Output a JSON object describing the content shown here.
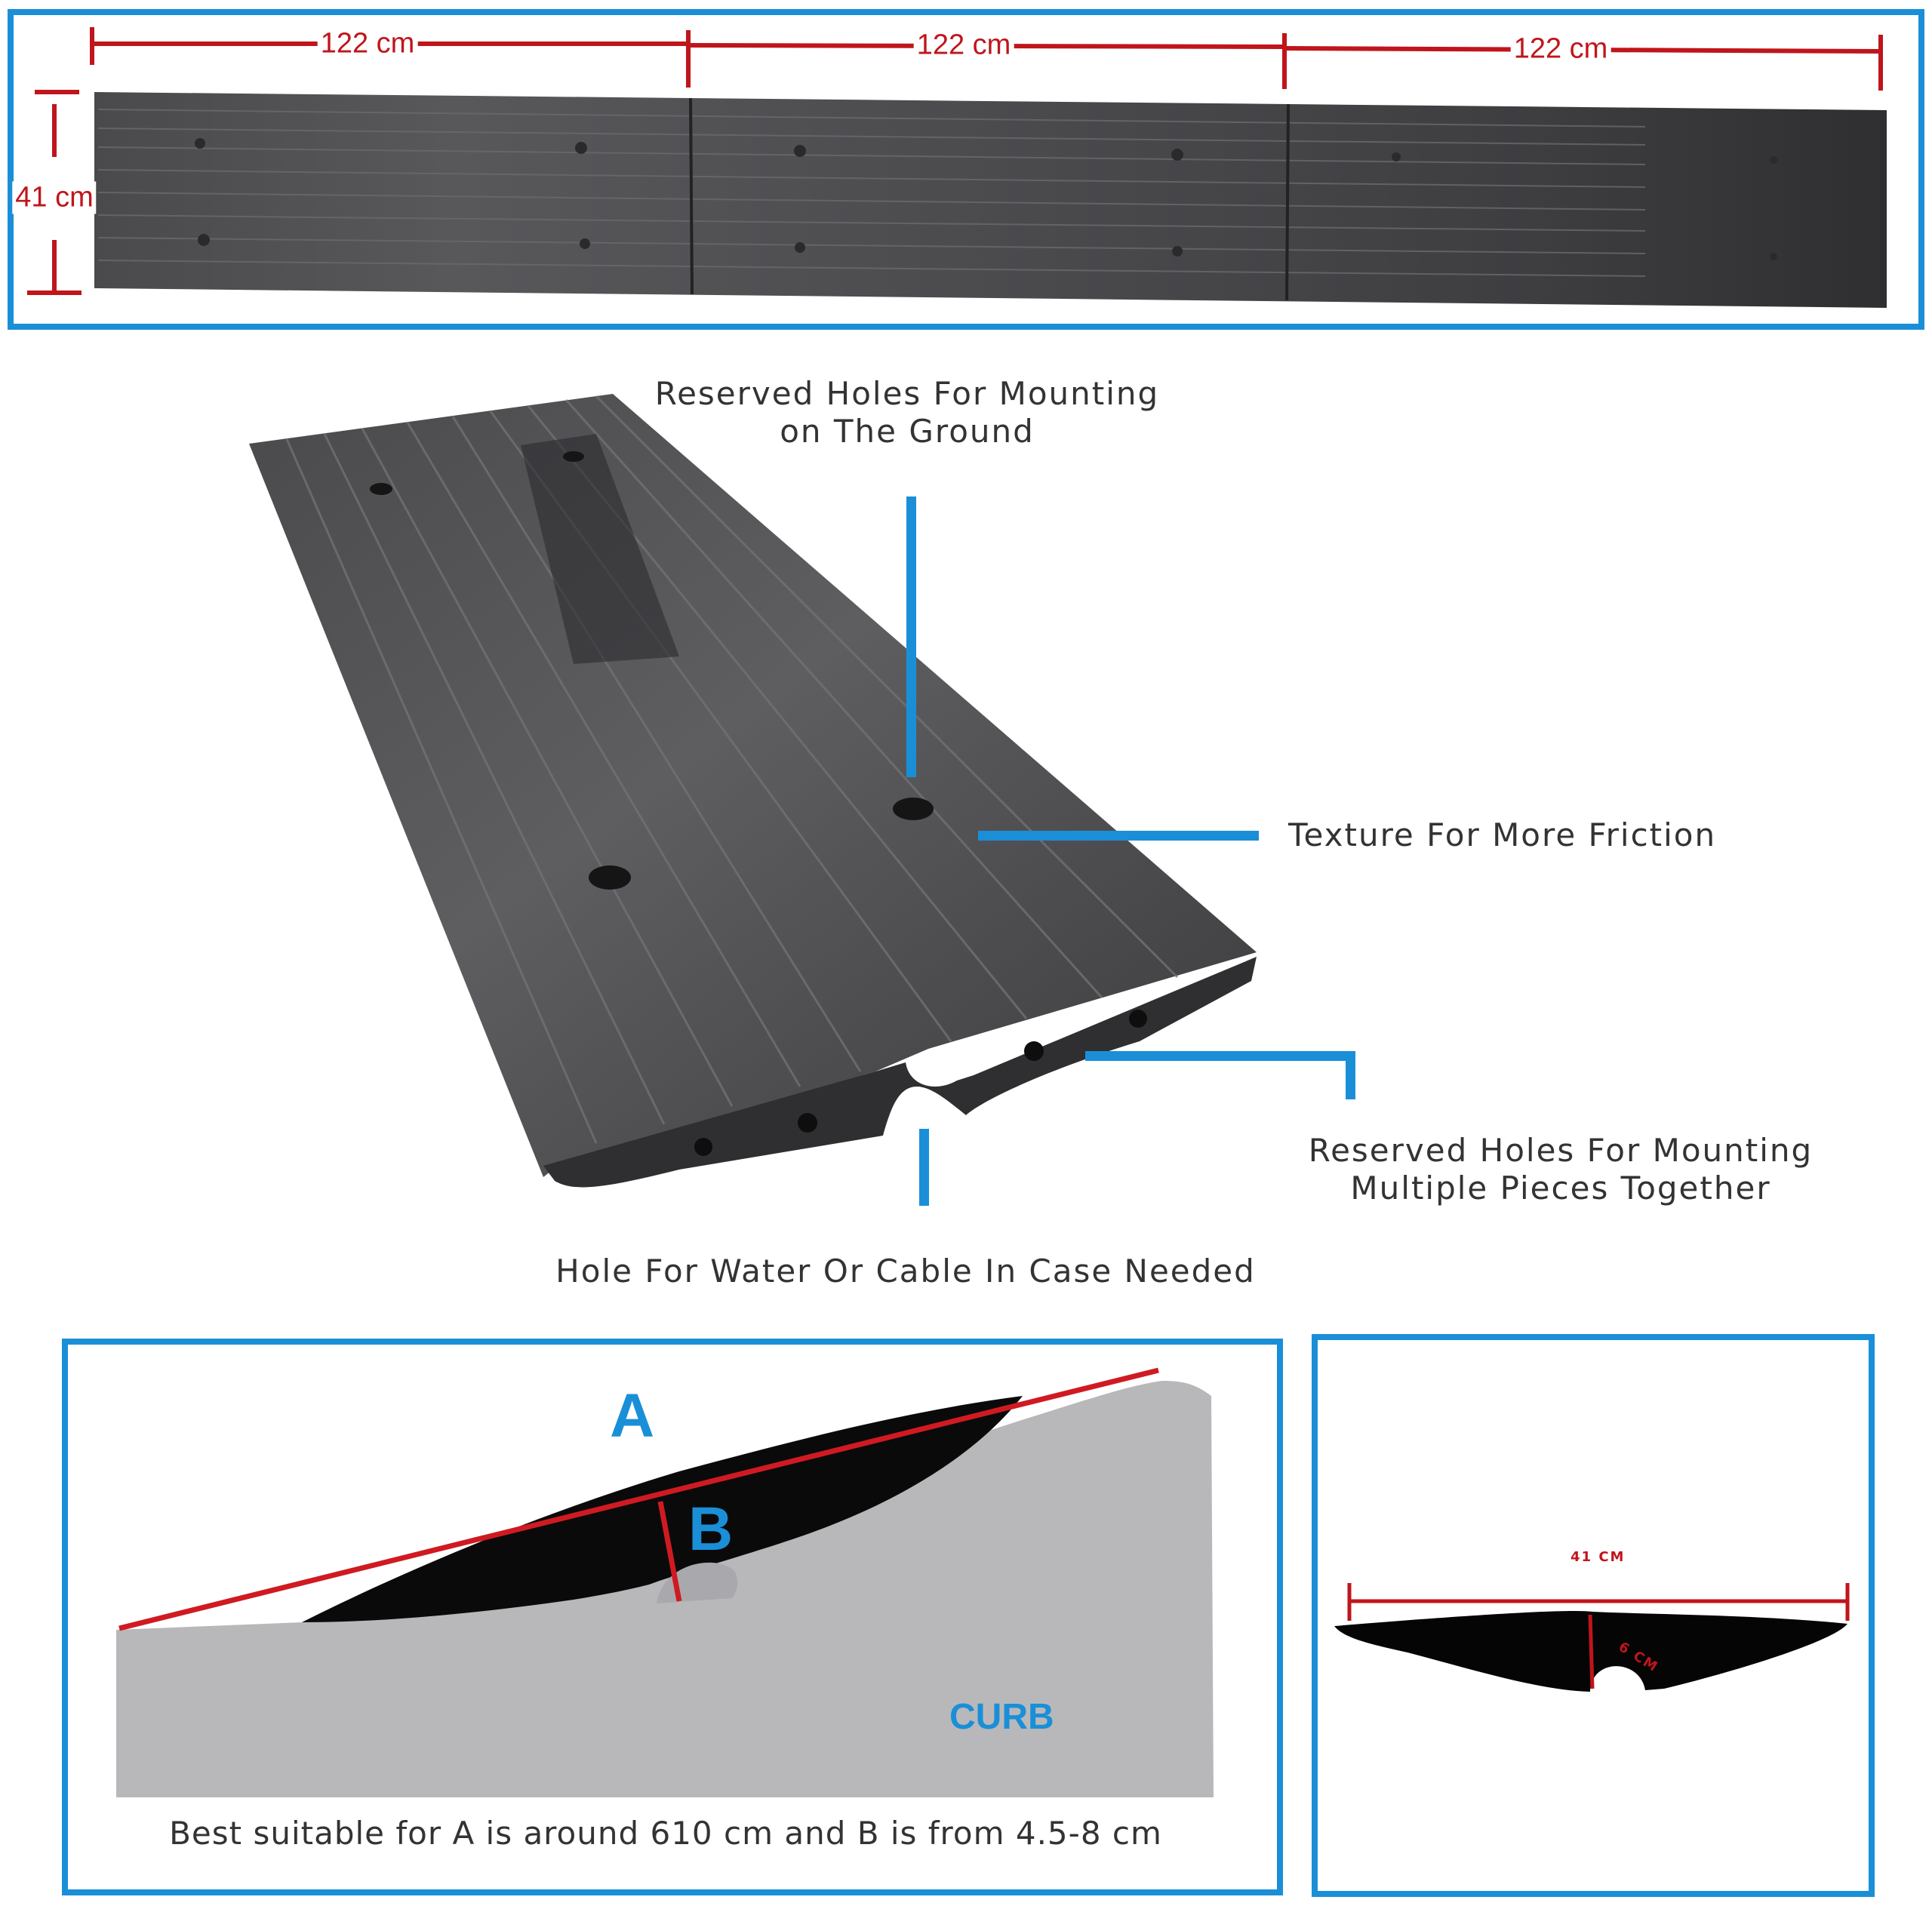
{
  "top_panel": {
    "length_labels": [
      "122 cm",
      "122 cm",
      "122 cm"
    ],
    "width_label": "41 cm"
  },
  "callouts": {
    "ground_holes": [
      "Reserved Holes For Mounting",
      "on The Ground"
    ],
    "texture": "Texture For More Friction",
    "joining_holes": [
      "Reserved Holes For Mounting",
      "Multiple Pieces Together"
    ],
    "water_hole": "Hole For Water Or Cable In Case Needed"
  },
  "curb_diagram": {
    "label_a": "A",
    "label_b": "B",
    "curb_label": "CURB",
    "caption": "Best suitable for A is around 610 cm and B is from 4.5-8 cm"
  },
  "cross_section": {
    "width_label": "41 CM",
    "height_label": "6 CM"
  },
  "colors": {
    "frame_blue": "#1a8fd8",
    "dimension_red": "#c0151b",
    "rubber": "#3a3a3c",
    "curb_gray": "#b8b8ba"
  }
}
